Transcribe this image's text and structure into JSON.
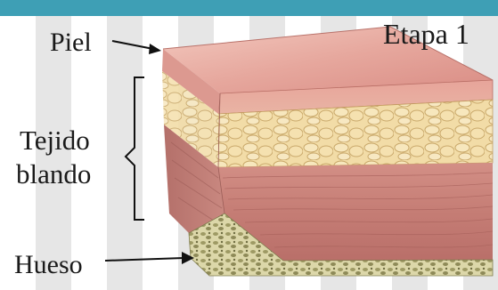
{
  "diagram": {
    "stage_title": "Etapa 1",
    "labels": {
      "skin": "Piel",
      "soft_tissue_line1": "Tejido",
      "soft_tissue_line2": "blando",
      "bone": "Hueso"
    }
  },
  "colors": {
    "top_bar": "#3e9fb5",
    "skin": "#e3a49a",
    "fat": "#f1dba3",
    "muscle": "#c77f77",
    "bone": "#d8d4a6"
  }
}
